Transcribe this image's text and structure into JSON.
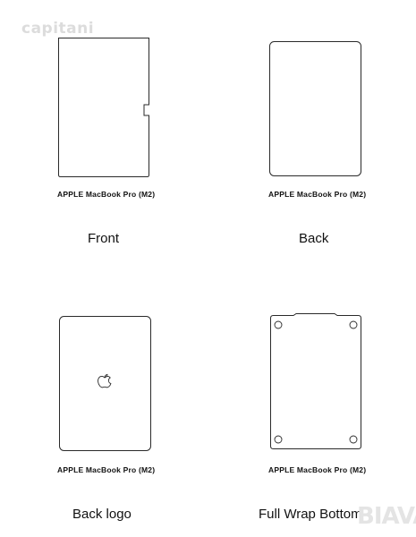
{
  "watermark": "capitani",
  "corner_logo": "BIAVA",
  "colors": {
    "outline": "#2a2a2a",
    "text": "#111111",
    "watermark": "#dcdcdc"
  },
  "panels": [
    {
      "model": "APPLE MacBook Pro (M2)",
      "caption": "Front"
    },
    {
      "model": "APPLE MacBook Pro (M2)",
      "caption": "Back"
    },
    {
      "model": "APPLE MacBook Pro (M2)",
      "caption": "Back logo"
    },
    {
      "model": "APPLE MacBook Pro (M2)",
      "caption": "Full Wrap Bottom"
    }
  ]
}
